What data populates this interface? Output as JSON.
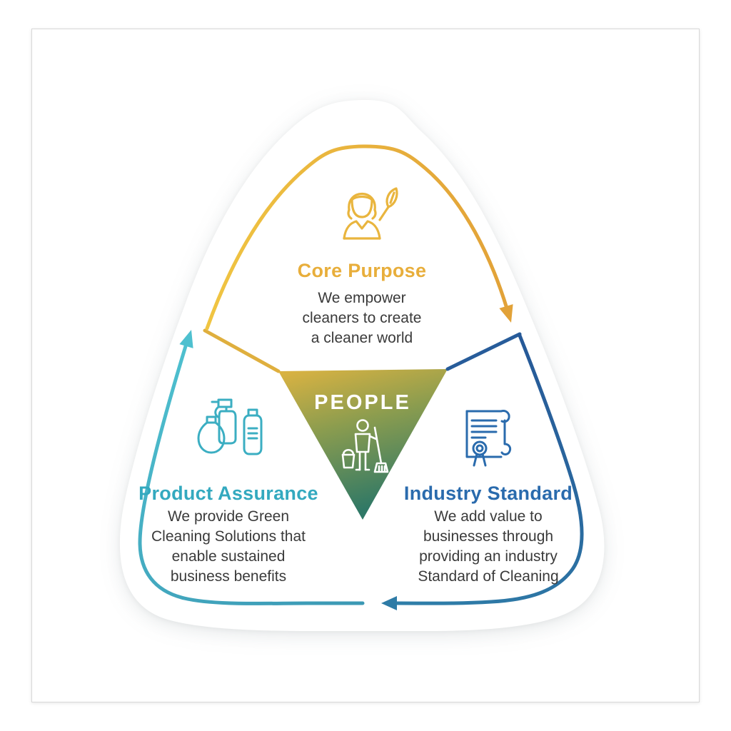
{
  "diagram": {
    "center": {
      "label": "PEOPLE",
      "icon": "janitor-with-mop-icon"
    },
    "sections": {
      "core_purpose": {
        "title": "Core Purpose",
        "description": "We empower\ncleaners to create\na cleaner world",
        "icon": "cleaner-maid-icon",
        "color": "#E9B53E"
      },
      "product_assurance": {
        "title": "Product Assurance",
        "description": "We provide Green\nCleaning Solutions that\nenable sustained\nbusiness benefits",
        "icon": "cleaning-products-icon",
        "color": "#3BAEC2"
      },
      "industry_standard": {
        "title": "Industry Standard",
        "description": "We add value to\nbusinesses through\nproviding an industry\nStandard of Cleaning",
        "icon": "certificate-icon",
        "color": "#2A6BAD"
      }
    },
    "flow": {
      "direction": "clockwise",
      "arrows": [
        "arrow-top-right",
        "arrow-bottom-left",
        "arrow-left-up"
      ]
    },
    "colors": {
      "gold": "#E9B53E",
      "teal": "#41B3C6",
      "blue": "#2A65A5",
      "body_text": "#3A3A3A",
      "center_gradient_top": "#DFB441",
      "center_gradient_bottom": "#2F7866",
      "background": "#FFFFFF"
    }
  }
}
